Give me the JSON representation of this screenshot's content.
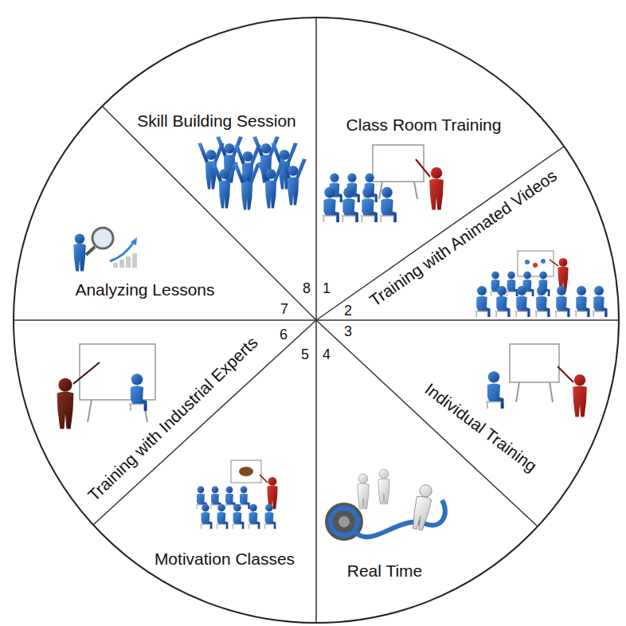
{
  "diagram": {
    "nodes": [
      {
        "text": [
          "Class Room Training"
        ]
      },
      {
        "text": [
          "Training with Animated Videos"
        ]
      },
      {
        "text": [
          "Individual Training"
        ]
      },
      {
        "text": [
          "Real Time"
        ]
      },
      {
        "text": [
          "Motivation Classes"
        ]
      },
      {
        "text": [
          "Training with Industrial Experts"
        ]
      },
      {
        "text": [
          "Analyzing Lessons"
        ]
      },
      {
        "text": [
          "Skill Building Session"
        ]
      }
    ],
    "labels": [
      "1",
      "2",
      "3",
      "4",
      "5",
      "6",
      "7",
      "8"
    ]
  }
}
